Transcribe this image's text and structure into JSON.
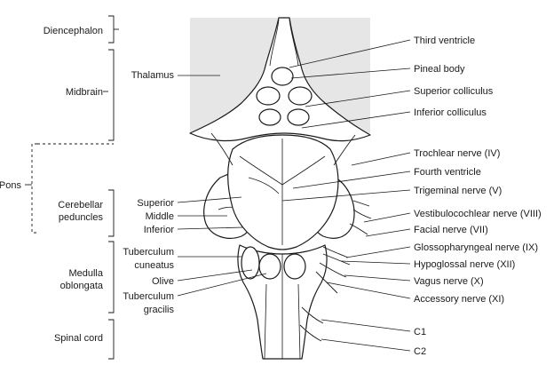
{
  "colors": {
    "ink": "#1a1a1a",
    "background": "#ffffff",
    "thalamus_region": "#e6e6e6"
  },
  "left_labels": {
    "diencephalon": "Diencephalon",
    "midbrain": "Midbrain",
    "pons": "Pons",
    "cerebellar_peduncles_1": "Cerebellar",
    "cerebellar_peduncles_2": "peduncles",
    "medulla_oblongata_1": "Medulla",
    "medulla_oblongata_2": "oblongata",
    "spinal_cord": "Spinal cord"
  },
  "inner_labels": {
    "thalamus": "Thalamus",
    "superior": "Superior",
    "middle": "Middle",
    "inferior": "Inferior",
    "tuberculum_cuneatus_1": "Tuberculum",
    "tuberculum_cuneatus_2": "cuneatus",
    "olive": "Olive",
    "tuberculum_gracilis_1": "Tuberculum",
    "tuberculum_gracilis_2": "gracilis"
  },
  "right_labels": {
    "third_ventricle": "Third ventricle",
    "pineal_body": "Pineal body",
    "superior_colliculus": "Superior colliculus",
    "inferior_colliculus": "Inferior colliculus",
    "trochlear_nerve": "Trochlear nerve (IV)",
    "fourth_ventricle": "Fourth ventricle",
    "trigeminal_nerve": "Trigeminal nerve (V)",
    "vestibulocochlear_nerve": "Vestibulocochlear nerve (VIII)",
    "facial_nerve": "Facial nerve (VII)",
    "glossopharyngeal_nerve": "Glossopharyngeal nerve (IX)",
    "hypoglossal_nerve": "Hypoglossal nerve (XII)",
    "vagus_nerve": "Vagus nerve (X)",
    "accessory_nerve": "Accessory nerve (XI)",
    "c1": "C1",
    "c2": "C2"
  }
}
